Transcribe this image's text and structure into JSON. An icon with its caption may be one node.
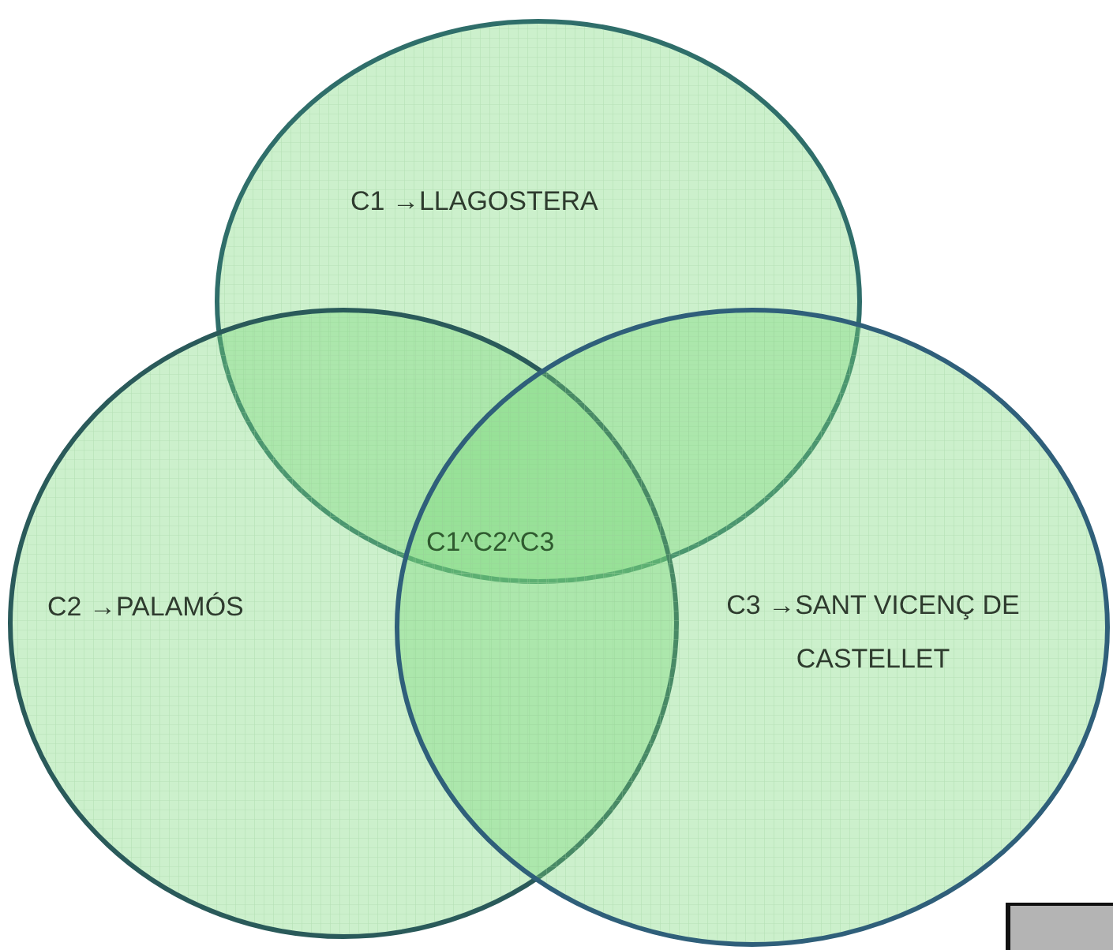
{
  "diagram": {
    "nodes": [
      {
        "text": [
          "C1 →LLAGOSTERA"
        ]
      },
      {
        "text": [
          "C2 →PALAMÓS"
        ]
      },
      {
        "text": [
          "C3 →SANT VICENÇ DE CASTELLET"
        ]
      }
    ],
    "labels": [
      "C1^C2^C3"
    ]
  }
}
